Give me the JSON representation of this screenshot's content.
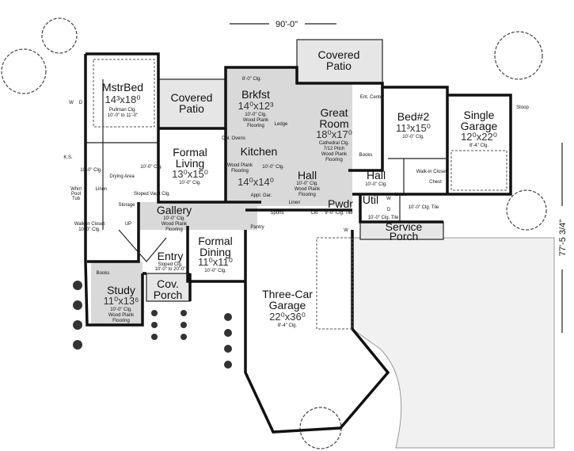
{
  "dimensions": {
    "width": "90'-0\"",
    "depth": "77'-5 3/4\""
  },
  "rooms": {
    "master_bed": {
      "name": "MstrBed",
      "size": "14³x18⁰",
      "note1": "Pullman Clg.",
      "note2": "10'-0\" to 11'-0\""
    },
    "covered_patio_left": {
      "name1": "Covered",
      "name2": "Patio"
    },
    "formal_living": {
      "name1": "Formal",
      "name2": "Living",
      "size": "13⁰x15⁰",
      "note": "10'-0\" Clg."
    },
    "brkfst": {
      "name": "Brkfst",
      "size": "14⁰x12³",
      "note1": "10'-0\" Clg.",
      "note2": "Wood Plank",
      "note3": "Flooring",
      "bay_note": "8'-0\" Clg."
    },
    "kitchen": {
      "name": "Kitchen",
      "size": "14⁰x14⁰",
      "note1": "Wood Plank",
      "note2": "Flooring",
      "clg": "10'-0\" Clg.",
      "ledge": "Ledge",
      "ovens": "Dbl. Ovens",
      "appl": "Appl. Gar."
    },
    "covered_patio_top": {
      "name1": "Covered",
      "name2": "Patio"
    },
    "great_room": {
      "name1": "Great",
      "name2": "Room",
      "size": "18⁰x17⁰",
      "note1": "Cathedral Clg.",
      "note2": "7/12 Pitch",
      "note3": "Wood Plank",
      "note4": "Flooring",
      "ent": "Ent. Center",
      "books": "Books"
    },
    "bed2": {
      "name": "Bed#2",
      "size": "11³x15⁰",
      "note": "10'-0\" Clg.",
      "closet": "Walk-in Closet",
      "chest": "Chest"
    },
    "single_garage": {
      "name1": "Single",
      "name2": "Garage",
      "size": "12⁰x22⁰",
      "note": "8'-4\" Clg.",
      "stoop": "Stoop"
    },
    "hall_right": {
      "name": "Hall",
      "note": "10'-0\" Clg."
    },
    "hall_center": {
      "name": "Hall",
      "note1": "10'-0\" Clg.",
      "note2": "Wood Plank",
      "note3": "Flooring"
    },
    "util": {
      "name": "Util",
      "note": "10'-0\" Clg. Tile",
      "w": "W",
      "d": "D"
    },
    "bath2": {
      "linen": "Linen",
      "note": "10'-0\" Clg. Tile"
    },
    "pwdr": {
      "name": "Pwdr",
      "note": "9'-0\" Clg. Tile"
    },
    "service_porch": {
      "name1": "Service",
      "name2": "Porch"
    },
    "gallery": {
      "name": "Gallery",
      "note1": "10'-0\" Clg.",
      "note2": "Wood Plank",
      "note3": "Flooring"
    },
    "formal_dining": {
      "name1": "Formal",
      "name2": "Dining",
      "size": "11⁰x11⁰",
      "note": "10'-0\" Clg."
    },
    "entry": {
      "name": "Entry",
      "note1": "Sloped Clg.",
      "note2": "10'-0\" to 20'-0\""
    },
    "study": {
      "name": "Study",
      "size": "11⁰x13⁶",
      "note1": "10'-0\" Clg.",
      "note2": "Wood Plank",
      "note3": "Flooring",
      "books": "Books"
    },
    "cov_porch": {
      "name1": "Cov.",
      "name2": "Porch"
    },
    "three_car_garage": {
      "name1": "Three-Car",
      "name2": "Garage",
      "size": "22⁰x36⁰",
      "note": "8'-4\" Clg."
    },
    "master_bath": {
      "clg": "10'-0\" Clg.",
      "ks": "K.S.",
      "tub1": "Whirl",
      "tub2": "Pool",
      "tub3": "Tub",
      "linen": "Linen",
      "closet1": "Walk-in Closet",
      "closet2": "10'-0\" Clg.",
      "drying": "Drying Area",
      "storage": "Storage",
      "clg2": "10'-0\" Clg.",
      "vault": "Sloped Vault Clg.",
      "up": "UP",
      "w": "W",
      "d": "D"
    },
    "misc": {
      "pantry": "Pantry",
      "sports": "Sports",
      "clo": "Clo",
      "linen": "Linen",
      "w": "W"
    }
  }
}
